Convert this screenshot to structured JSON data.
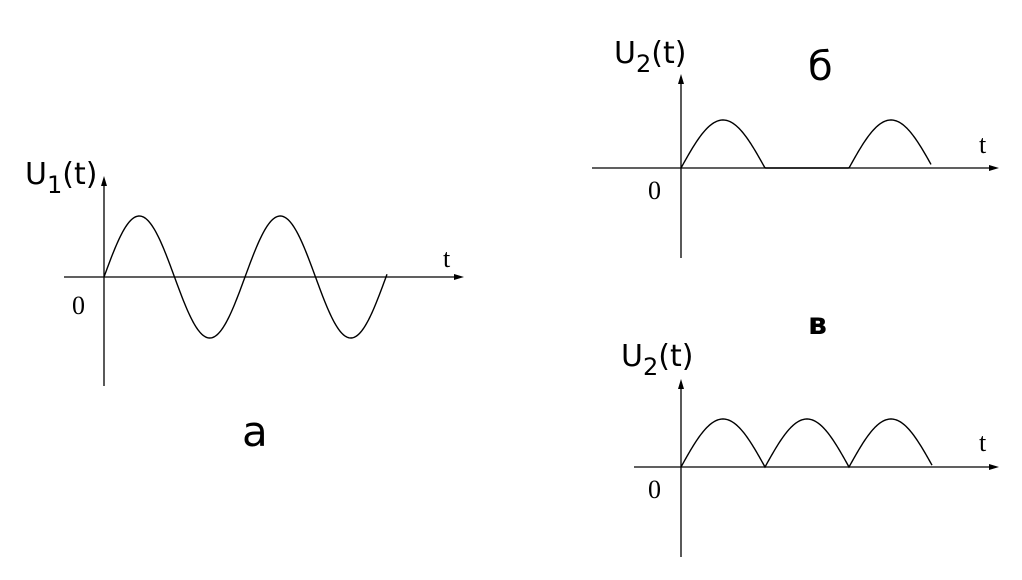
{
  "panel_a": {
    "y_label_main": "U",
    "y_label_sub": "1",
    "y_label_arg": "(t)",
    "x_label": "t",
    "origin": "0",
    "caption": "a"
  },
  "panel_b": {
    "y_label_main": "U",
    "y_label_sub": "2",
    "y_label_arg": "(t)",
    "x_label": "t",
    "origin": "0",
    "caption": "б"
  },
  "panel_c": {
    "y_label_main": "U",
    "y_label_sub": "2",
    "y_label_arg": "(t)",
    "x_label": "t",
    "origin": "0",
    "caption": "в"
  }
}
